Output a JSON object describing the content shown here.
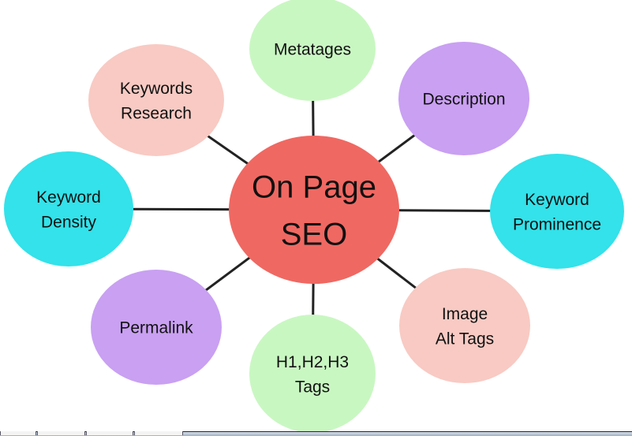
{
  "center": {
    "lines": [
      "On Page",
      "SEO"
    ],
    "color": "#f06862"
  },
  "nodes": [
    {
      "id": "metatages",
      "lines": [
        "Metatages"
      ],
      "color": "#c9f7c2"
    },
    {
      "id": "keywords-research",
      "lines": [
        "Keywords",
        "Research"
      ],
      "color": "#f8cac3"
    },
    {
      "id": "description",
      "lines": [
        "Description"
      ],
      "color": "#c9a0f2"
    },
    {
      "id": "keyword-density",
      "lines": [
        "Keyword",
        "Density"
      ],
      "color": "#33e2ea"
    },
    {
      "id": "keyword-prominence",
      "lines": [
        "Keyword",
        "Prominence"
      ],
      "color": "#33e2ea"
    },
    {
      "id": "permalink",
      "lines": [
        "Permalink"
      ],
      "color": "#c9a0f2"
    },
    {
      "id": "h1-h2-h3-tags",
      "lines": [
        "H1,H2,H3",
        "Tags"
      ],
      "color": "#c9f7c2"
    },
    {
      "id": "image-alt-tags",
      "lines": [
        "Image",
        "Alt Tags"
      ],
      "color": "#f8cac3"
    }
  ]
}
